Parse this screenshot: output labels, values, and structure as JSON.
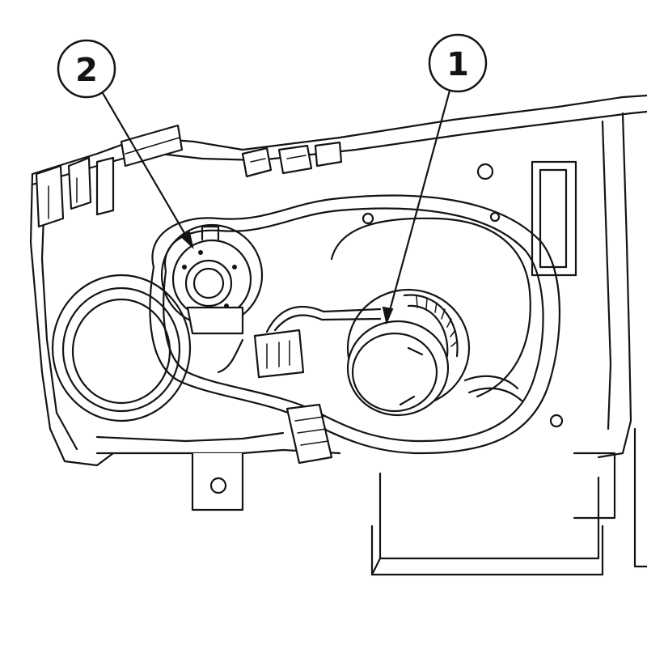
{
  "figure": {
    "callouts": [
      {
        "id": "callout-1",
        "label": "1"
      },
      {
        "id": "callout-2",
        "label": "2"
      }
    ]
  }
}
